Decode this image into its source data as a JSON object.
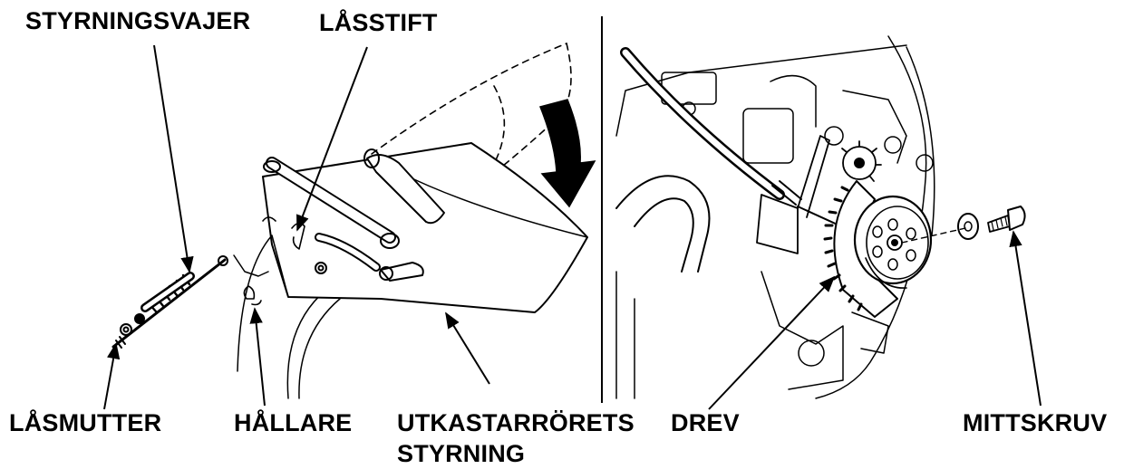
{
  "labels": {
    "steering_cable": "STYRNINGSVAJER",
    "lock_pin": "LÅSSTIFT",
    "lock_nut": "LÅSMUTTER",
    "holder": "HÅLLARE",
    "chute_guide_line1": "UTKASTARRÖRETS",
    "chute_guide_line2": "STYRNING",
    "drive_gear": "DREV",
    "center_bolt": "MITTSKRUV"
  },
  "colors": {
    "ink": "#000000",
    "background": "#ffffff",
    "shade": "#e8e8e8"
  }
}
